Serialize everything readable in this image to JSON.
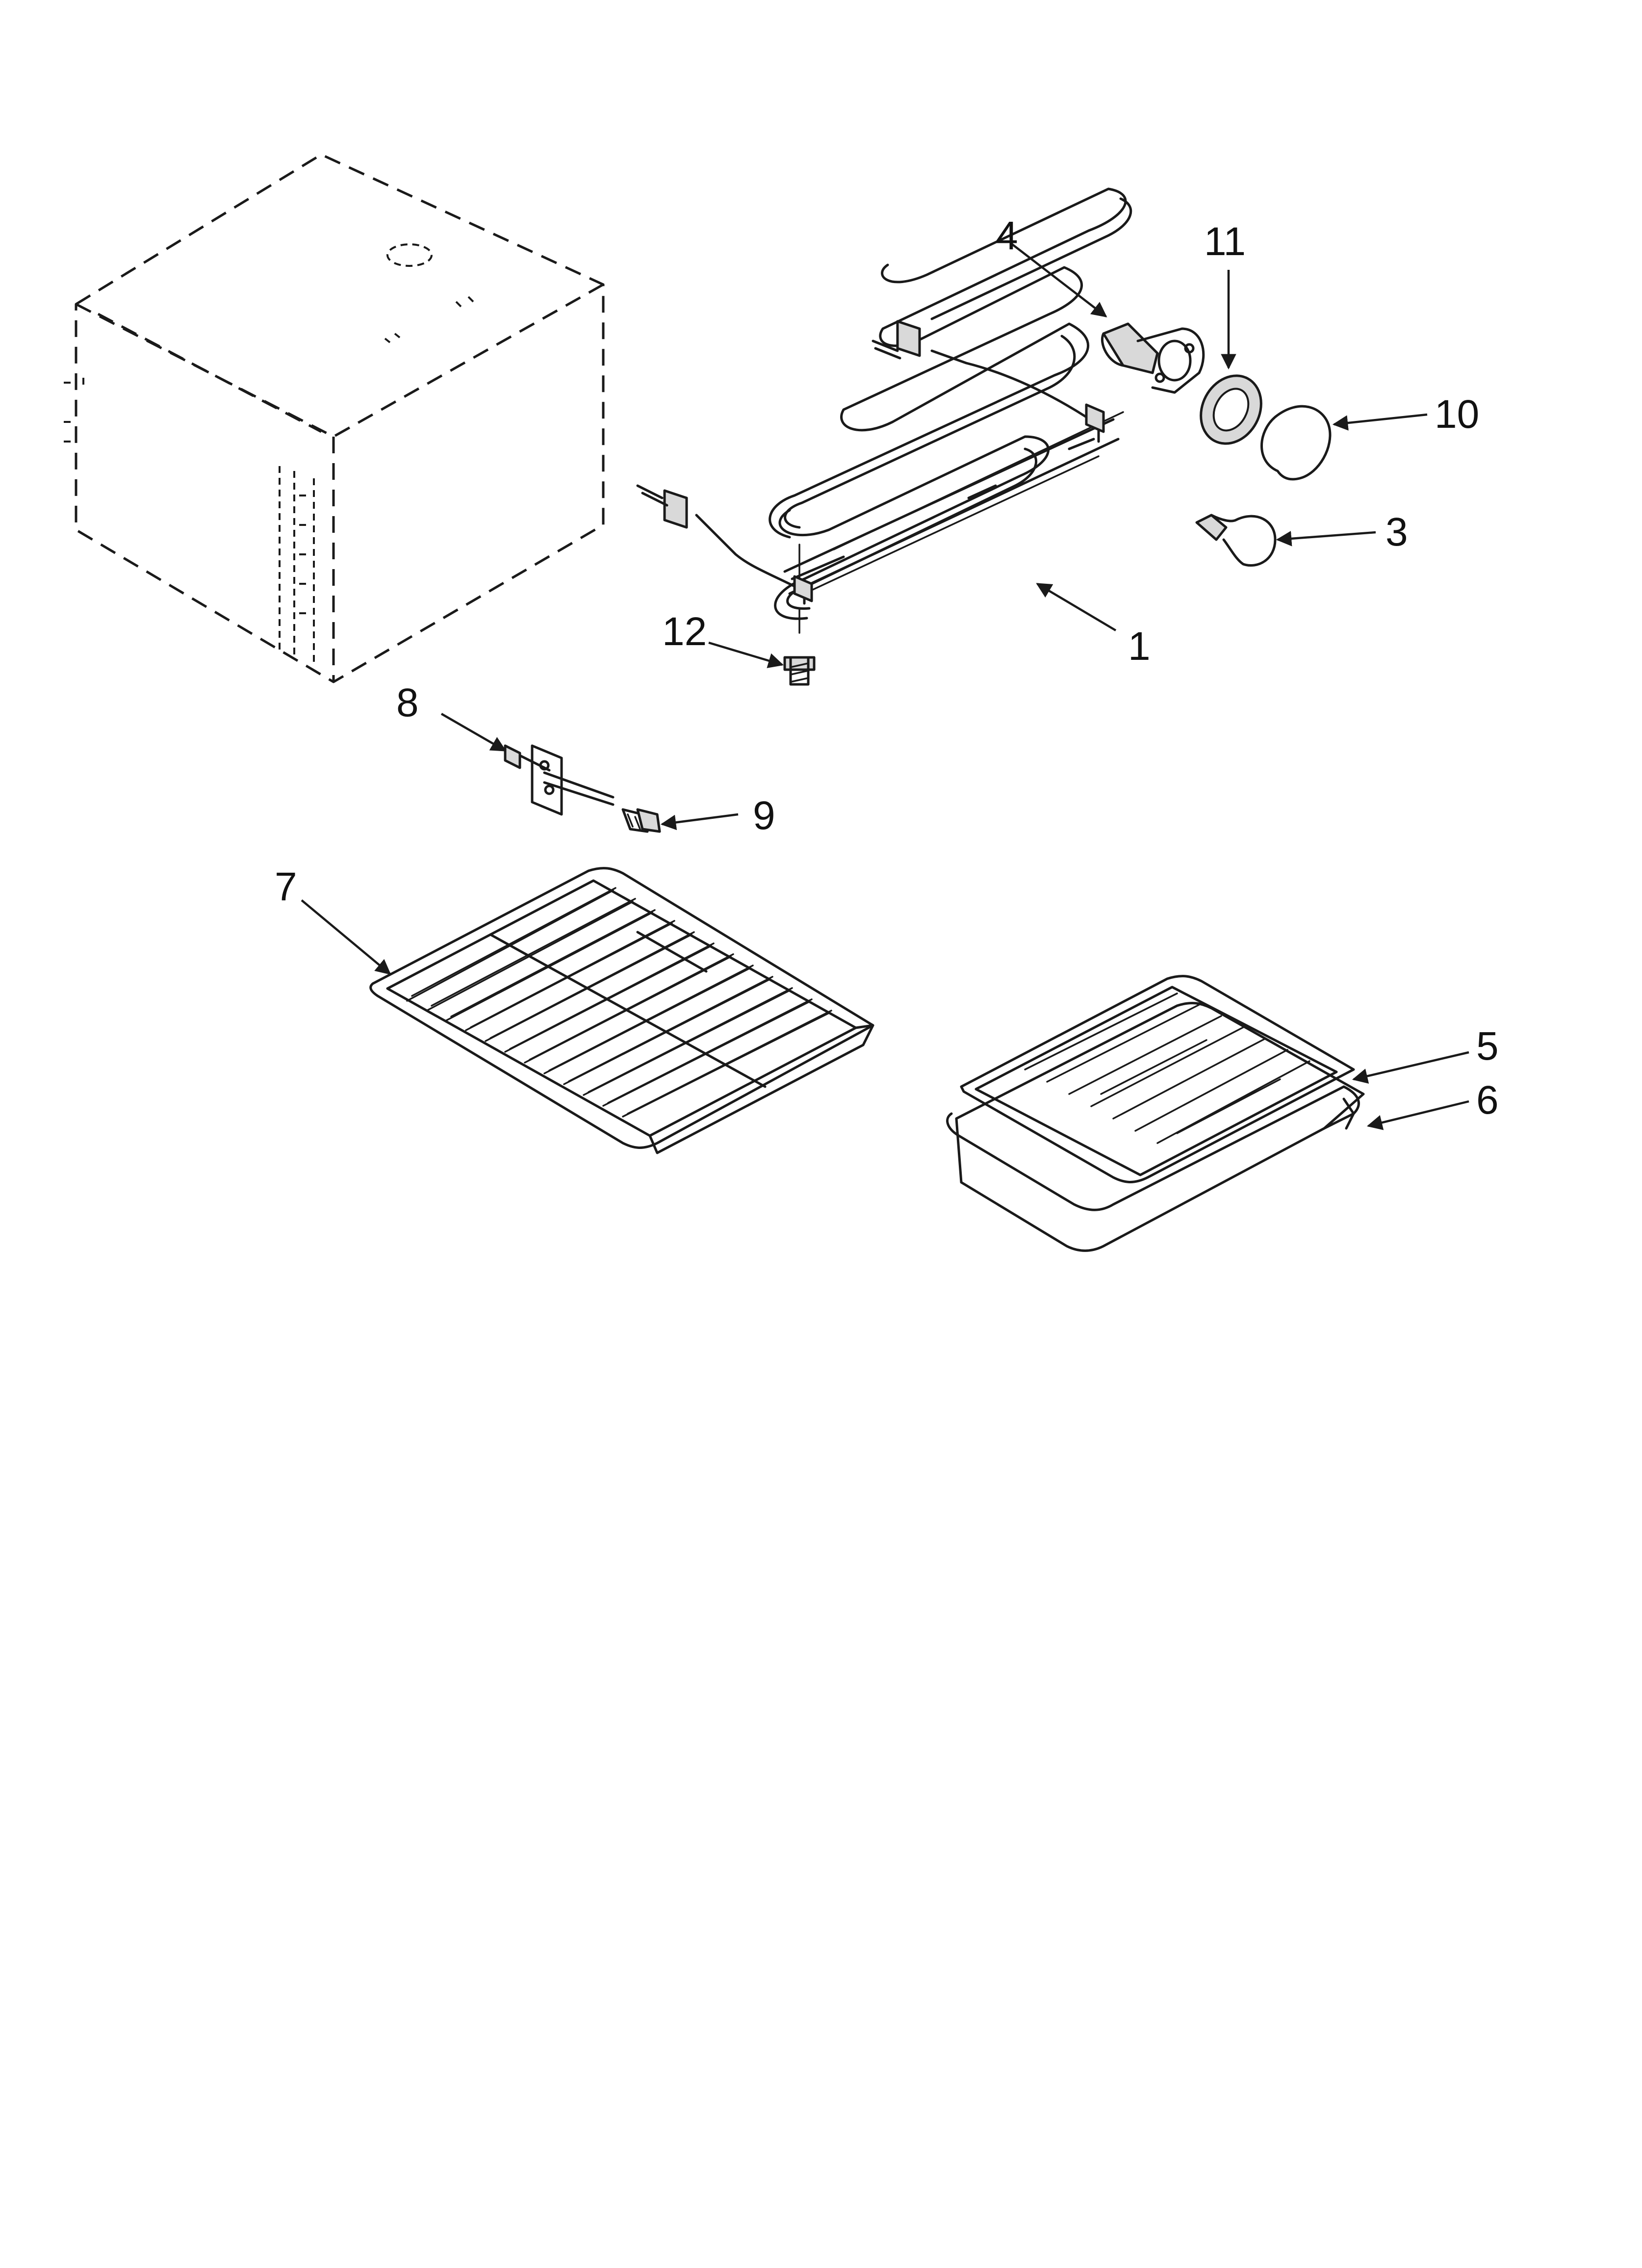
{
  "callouts": {
    "c1": "1",
    "c3": "3",
    "c4": "4",
    "c5": "5",
    "c6": "6",
    "c7": "7",
    "c8": "8",
    "c9": "9",
    "c10": "10",
    "c11": "11",
    "c12": "12"
  },
  "colors": {
    "line": "#1a1a1a",
    "background": "#ffffff",
    "shade": "#d9d9d9"
  }
}
